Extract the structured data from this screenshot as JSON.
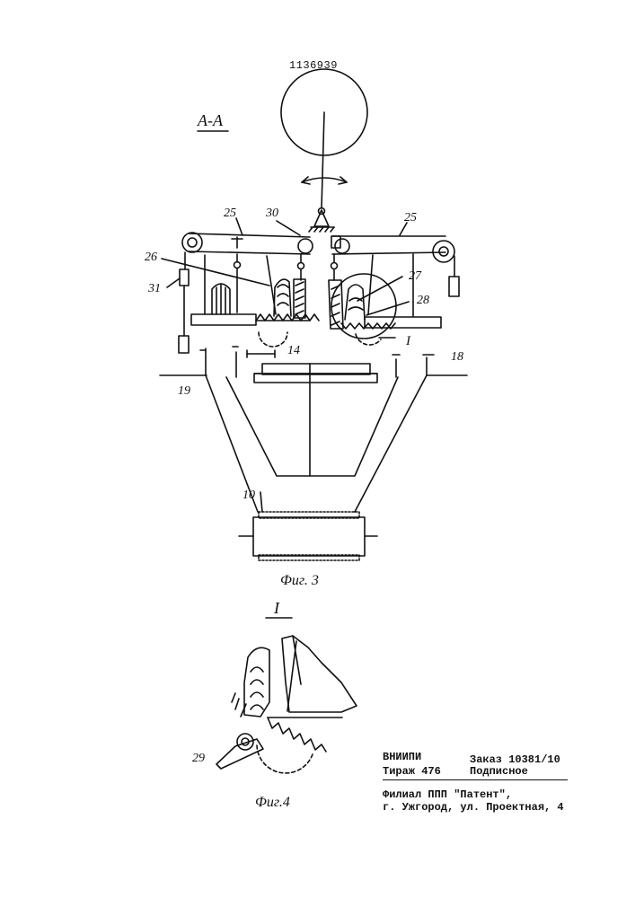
{
  "patent_number": "1136939",
  "section_label": "А-А",
  "figure3_caption": "Фиг. 3",
  "figure4_caption": "Фиг.4",
  "detail_label": "I",
  "detail_marker": "I",
  "callouts": {
    "c25_left": "25",
    "c25_right": "25",
    "c30": "30",
    "c26": "26",
    "c27": "27",
    "c28": "28",
    "c31": "31",
    "c14": "14",
    "c18": "18",
    "c19": "19",
    "c10": "10",
    "c29": "29"
  },
  "footer": {
    "org": "ВНИИПИ",
    "order": "Заказ 10381/10",
    "circulation": "Тираж 476",
    "subscription": "Подписное",
    "branch": "Филиал ППП \"Патент\",",
    "address": "г. Ужгород, ул. Проектная, 4"
  }
}
